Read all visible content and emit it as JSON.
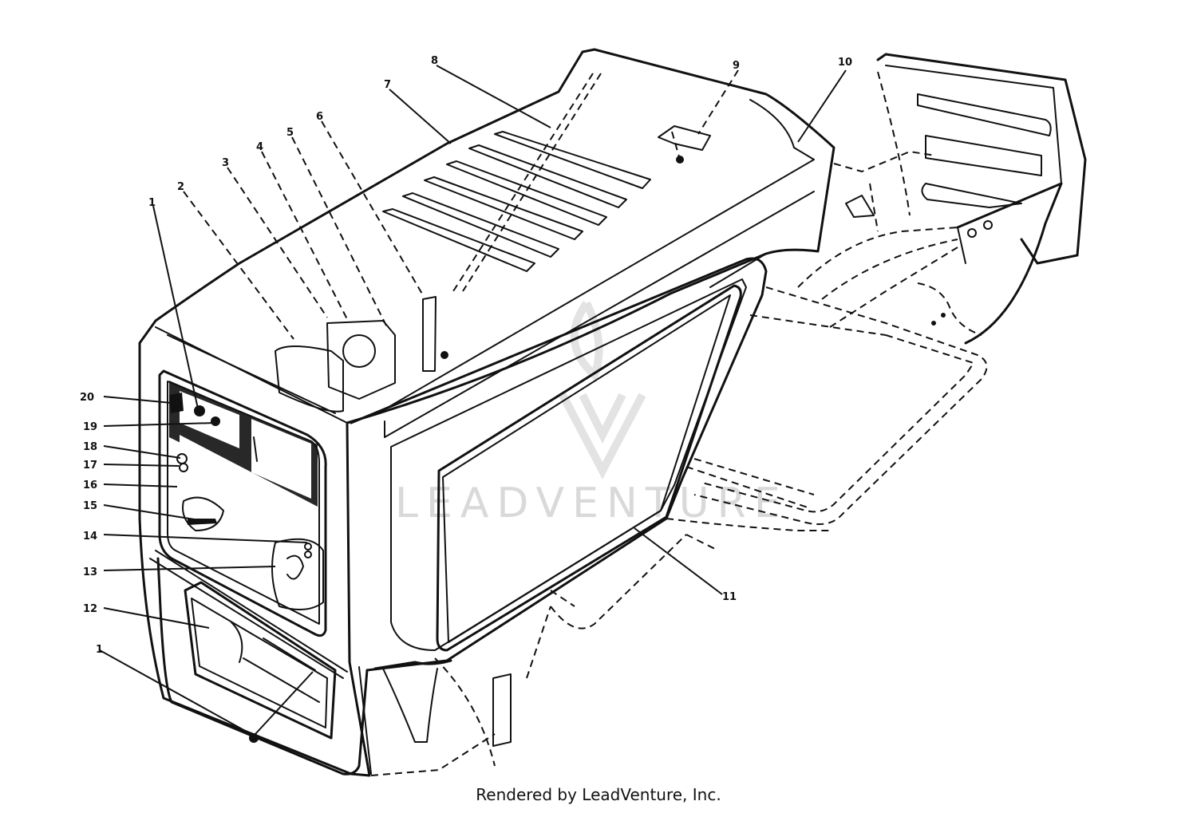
{
  "watermark": {
    "text": "LEADVENTURE"
  },
  "footer": {
    "credit": "Rendered by LeadVenture, Inc."
  },
  "callouts": [
    {
      "id": "1a",
      "label": "1"
    },
    {
      "id": "2",
      "label": "2"
    },
    {
      "id": "3",
      "label": "3"
    },
    {
      "id": "4",
      "label": "4"
    },
    {
      "id": "5",
      "label": "5"
    },
    {
      "id": "6",
      "label": "6"
    },
    {
      "id": "7",
      "label": "7"
    },
    {
      "id": "8",
      "label": "8"
    },
    {
      "id": "9",
      "label": "9"
    },
    {
      "id": "10",
      "label": "10"
    },
    {
      "id": "11",
      "label": "11"
    },
    {
      "id": "12",
      "label": "12"
    },
    {
      "id": "13",
      "label": "13"
    },
    {
      "id": "14",
      "label": "14"
    },
    {
      "id": "15",
      "label": "15"
    },
    {
      "id": "16",
      "label": "16"
    },
    {
      "id": "17",
      "label": "17"
    },
    {
      "id": "18",
      "label": "18"
    },
    {
      "id": "19",
      "label": "19"
    },
    {
      "id": "20",
      "label": "20"
    },
    {
      "id": "1b",
      "label": "1"
    }
  ]
}
